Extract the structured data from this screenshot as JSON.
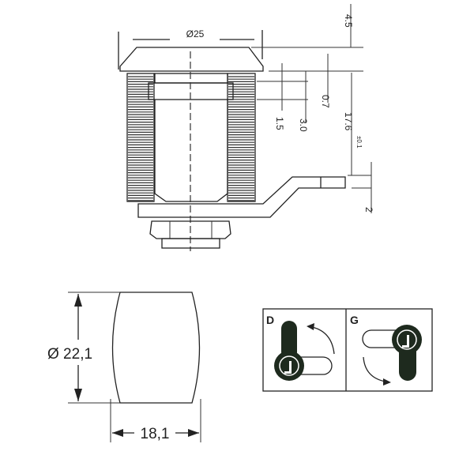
{
  "side_view": {
    "diameter_label": "Ø25",
    "dim_top": "4.5",
    "dim_07": "0.7",
    "dim_30": "3.0",
    "dim_15": "1.5",
    "dim_176": "17.6",
    "dim_tol": "±0.1",
    "dim_2": "2"
  },
  "front_view": {
    "diameter_label": "Ø 22,1",
    "width_label": "18,1"
  },
  "rotation": {
    "left_label": "D",
    "right_label": "G"
  }
}
